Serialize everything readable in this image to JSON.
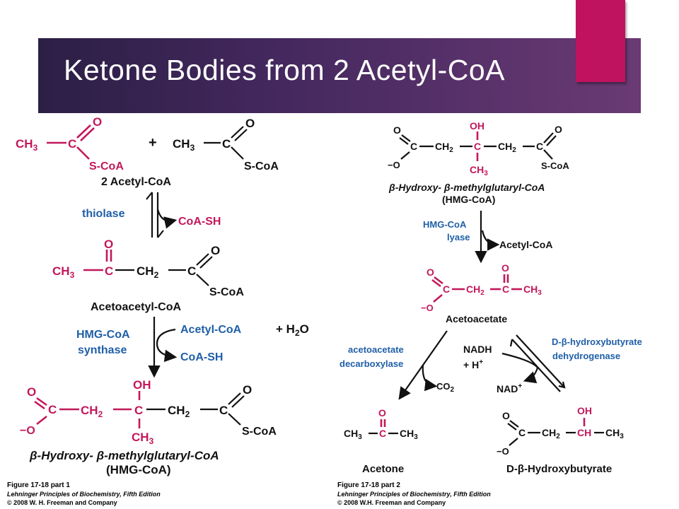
{
  "title": "Ketone Bodies from 2 Acetyl-CoA",
  "colors": {
    "magenta": "#c2185b",
    "blue": "#1f5fa8",
    "title_bg": "#3a2456",
    "accent": "#c0135f"
  },
  "part1": {
    "ch3": "CH",
    "sub3": "3",
    "c": "C",
    "o": "O",
    "scoa": "S-CoA",
    "plus": "+",
    "acetyl_label": "2 Acetyl-CoA",
    "thiolase": "thiolase",
    "coash": "CoA-SH",
    "ch2": "CH",
    "sub2": "2",
    "acetoacetyl_label": "Acetoacetyl-CoA",
    "hmgcoa_synthase_1": "HMG-CoA",
    "hmgcoa_synthase_2": "synthase",
    "acetylcoa": "Acetyl-CoA",
    "h2o_plus": "+ H",
    "h2o_o": "O",
    "oh": "OH",
    "minus_o": "−O",
    "hmg_label_1": "β-Hydroxy- β-methylglutaryl-CoA",
    "hmg_label_2": "(HMG-CoA)",
    "caption_1": "Figure 17-18 part 1",
    "caption_2": "Lehninger Principles of Biochemistry, Fifth Edition",
    "caption_3": "© 2008 W. H. Freeman and Company"
  },
  "part2": {
    "hmg_label_1": "β-Hydroxy- β-methylglutaryl-CoA",
    "hmg_label_2": "(HMG-CoA)",
    "lyase_1": "HMG-CoA",
    "lyase_2": "lyase",
    "acetylcoa": "Acetyl-CoA",
    "acetoacetate_label": "Acetoacetate",
    "decarboxylase_1": "acetoacetate",
    "decarboxylase_2": "decarboxylase",
    "co2": "CO",
    "nadh": "NADH",
    "h_plus": "+ H",
    "nad_plus": "NAD",
    "dehydrogenase_1": "D-β-hydroxybutyrate",
    "dehydrogenase_2": "dehydrogenase",
    "acetone_label": "Acetone",
    "hydroxybutyrate_label": "D-β-Hydroxybutyrate",
    "ch": "CH",
    "caption_1": "Figure 17-18 part 2",
    "caption_2": "Lehninger Principles of Biochemistry, Fifth Edition",
    "caption_3": "© 2008 W.H. Freeman and Company"
  }
}
